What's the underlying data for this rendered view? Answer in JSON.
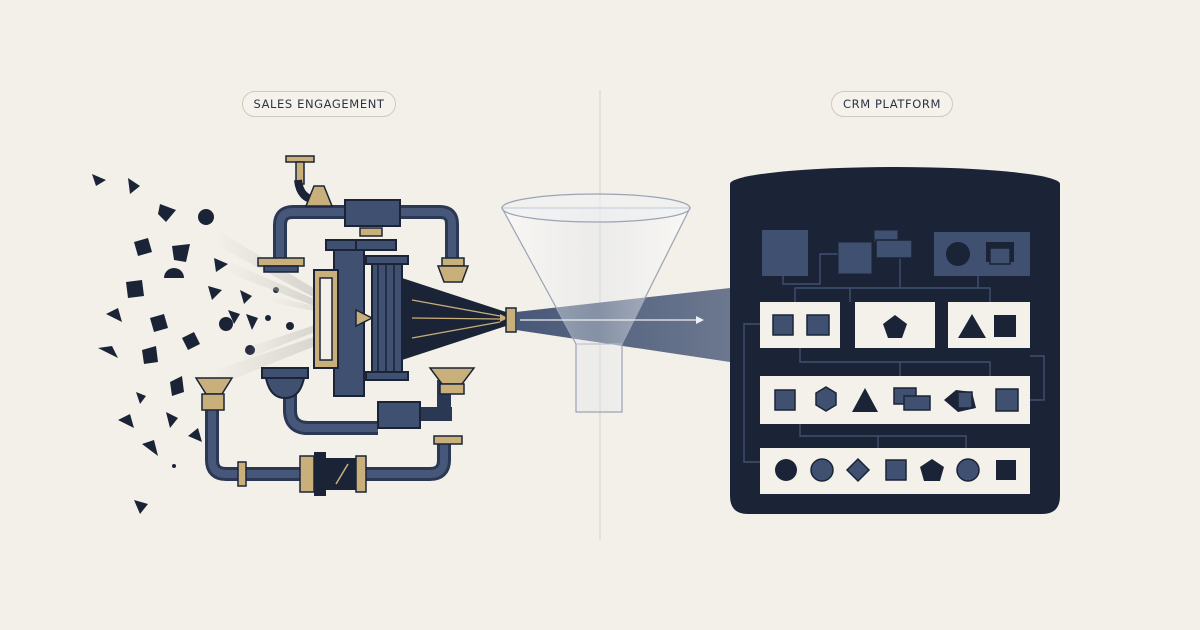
{
  "labels": {
    "left_section": "SALES ENGAGEMENT",
    "right_section": "CRM PLATFORM"
  },
  "colors": {
    "background": "#f3f0e9",
    "navy": "#1b2437",
    "slate_blue": "#3f5071",
    "gold": "#c9b07a",
    "card": "#f4f1ea",
    "divider": "#d6d1c7"
  },
  "icons": [
    "machine-pipes",
    "funnel",
    "database-cylinder",
    "scattered-shapes",
    "flow-arrow"
  ]
}
